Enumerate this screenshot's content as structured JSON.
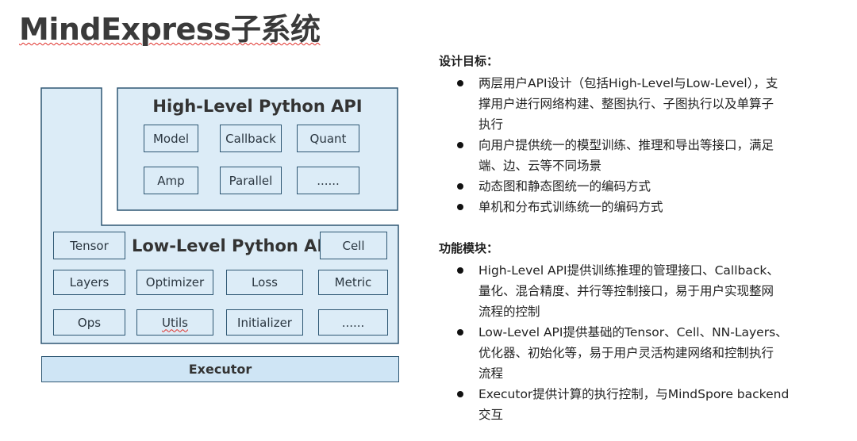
{
  "slide": {
    "title": "MindExpress子系统"
  },
  "diagram": {
    "high_level": {
      "title": "High-Level Python API",
      "modules": [
        "Model",
        "Callback",
        "Quant",
        "Amp",
        "Parallel",
        "......"
      ]
    },
    "low_level": {
      "title": "Low-Level Python API",
      "tensor": "Tensor",
      "cell": "Cell",
      "row2": [
        "Layers",
        "Optimizer",
        "Loss",
        "Metric"
      ],
      "row3": [
        "Ops",
        "Utils",
        "Initializer",
        "......"
      ]
    },
    "executor": "Executor",
    "colors": {
      "block_fill": "#dcecf7",
      "border": "#2e5773"
    }
  },
  "design_goals": {
    "heading": "设计目标：",
    "items": [
      [
        "两层用户API设计（包括High-Level与Low-Level），支",
        "撑用户进行网络构建、整图执行、子图执行以及单算子",
        "执行"
      ],
      [
        "向用户提供统一的模型训练、推理和导出等接口，满足",
        "端、边、云等不同场景"
      ],
      [
        "动态图和静态图统一的编码方式"
      ],
      [
        "单机和分布式训练统一的编码方式"
      ]
    ]
  },
  "function_modules": {
    "heading": "功能模块：",
    "items": [
      [
        "High-Level API提供训练推理的管理接口、Callback、",
        "量化、混合精度、并行等控制接口，易于用户实现整网",
        "流程的控制"
      ],
      [
        "Low-Level API提供基础的Tensor、Cell、NN-Layers、",
        "优化器、初始化等，易于用户灵活构建网络和控制执行",
        "流程"
      ],
      [
        "Executor提供计算的执行控制，与MindSpore backend",
        "交互"
      ]
    ]
  }
}
